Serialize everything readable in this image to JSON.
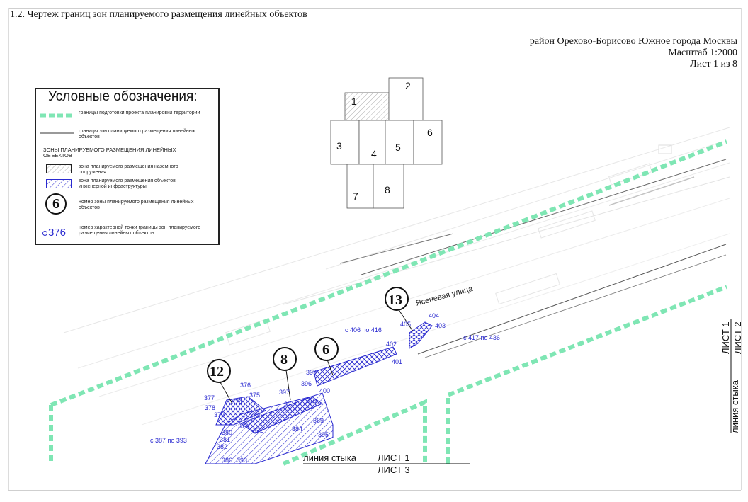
{
  "header": {
    "title": "1.2. Чертеж границ зон планируемого размещения линейных объектов",
    "district": "район Орехово-Борисово Южное города Москвы",
    "scale": "Масштаб 1:2000",
    "sheet": "Лист 1 из 8"
  },
  "legend": {
    "title": "Условные обозначения:",
    "items": [
      "границы подготовки проекта планировки территории",
      "границы зон планируемого размещения линейных объектов"
    ],
    "zones_heading": "ЗОНЫ ПЛАНИРУЕМОГО РАЗМЕЩЕНИЯ ЛИНЕЙНЫХ ОБЪЕКТОВ",
    "zone_items": [
      "зона планируемого размещения наземного сооружения",
      "зона планируемого размещения объектов инженерной инфраструктуры"
    ],
    "zone_number_sample": "6",
    "zone_number_text": "номер зоны планируемого размещения линейных объектов",
    "point_sample": "376",
    "point_text": "номер характерной точки границы зон планируемого размещения линейных объектов"
  },
  "index_map": {
    "sheets": [
      "1",
      "2",
      "3",
      "4",
      "5",
      "6",
      "7",
      "8"
    ]
  },
  "map": {
    "street": "Ясеневая улица",
    "zone_numbers": [
      "13",
      "6",
      "8",
      "12"
    ],
    "points": [
      "404",
      "405",
      "403",
      "402",
      "401",
      "399",
      "396",
      "400",
      "397",
      "370",
      "371",
      "369",
      "376",
      "375",
      "377",
      "374",
      "378",
      "379",
      "398",
      "373",
      "372",
      "384",
      "395",
      "380",
      "381",
      "382",
      "386",
      "393"
    ],
    "ranges": [
      "с 406 по 416",
      "с 417 по 436",
      "с 387 по 393"
    ],
    "junction_bottom": "линия стыка",
    "sheet1_bottom": "ЛИСТ 1",
    "sheet3": "ЛИСТ 3",
    "junction_right": "линия стыка",
    "sheet1_right": "ЛИСТ 1",
    "sheet2": "ЛИСТ 2"
  },
  "colors": {
    "boundary": "#7fe6b4",
    "zone_hatch": "#2a2ad0",
    "point_text": "#2a2ad0"
  }
}
